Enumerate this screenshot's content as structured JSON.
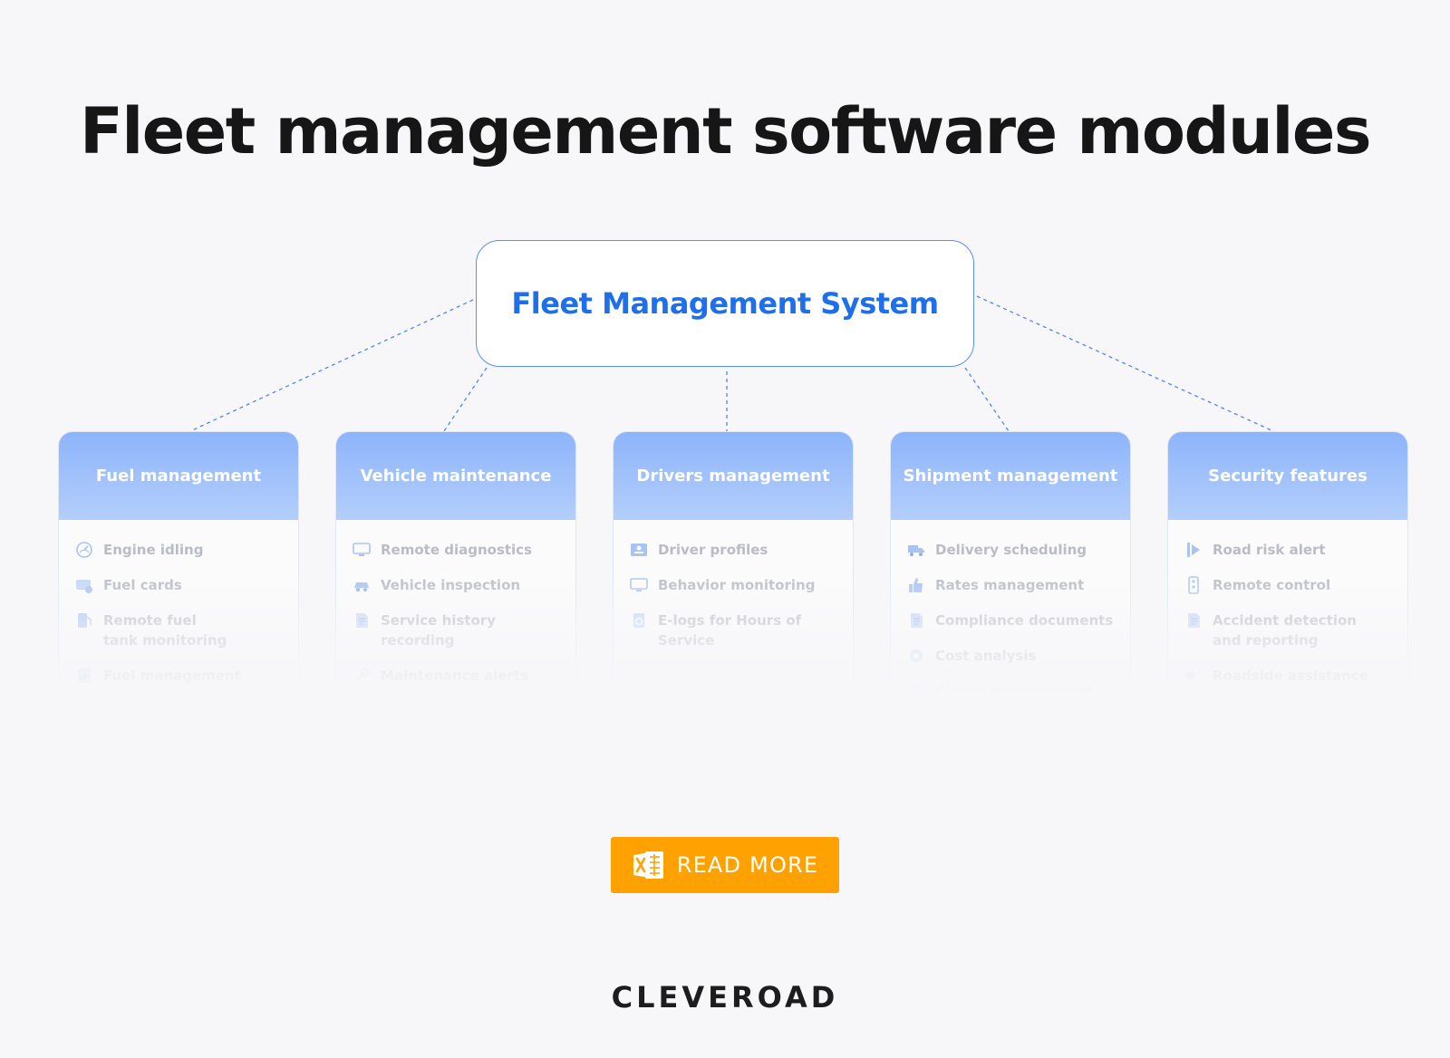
{
  "page": {
    "title": "Fleet management software modules",
    "center_node": "Fleet Management System",
    "cta_label": "READ MORE",
    "brand": "CLEVEROAD"
  },
  "colors": {
    "background": "#f7f7f9",
    "accent": "#1f6fea",
    "connector": "#4f86ec",
    "header_gradient_top": "#8db4fb",
    "header_gradient_bottom": "#b3cefb",
    "cta": "#ffa100"
  },
  "modules": [
    {
      "title": "Fuel management",
      "items": [
        {
          "label": "Engine idling",
          "icon": "speedometer-icon"
        },
        {
          "label": "Fuel cards",
          "icon": "card-icon"
        },
        {
          "label": "Remote fuel\ntank monitoring",
          "icon": "fuel-pump-icon"
        },
        {
          "label": "Fuel management\nreports",
          "icon": "report-icon"
        }
      ]
    },
    {
      "title": "Vehicle maintenance",
      "items": [
        {
          "label": "Remote diagnostics",
          "icon": "monitor-icon"
        },
        {
          "label": "Vehicle inspection",
          "icon": "car-icon"
        },
        {
          "label": "Service history\nrecording",
          "icon": "document-icon"
        },
        {
          "label": "Maintenance alerts",
          "icon": "wrench-icon"
        }
      ]
    },
    {
      "title": "Drivers management",
      "items": [
        {
          "label": "Driver profiles",
          "icon": "id-card-icon"
        },
        {
          "label": "Behavior monitoring",
          "icon": "monitor-icon"
        },
        {
          "label": "E-logs for Hours of\nService",
          "icon": "clock-doc-icon"
        }
      ]
    },
    {
      "title": "Shipment management",
      "items": [
        {
          "label": "Delivery scheduling",
          "icon": "truck-icon"
        },
        {
          "label": "Rates management",
          "icon": "thumbs-up-icon"
        },
        {
          "label": "Compliance documents",
          "icon": "document-icon"
        },
        {
          "label": "Cost analysis",
          "icon": "coin-icon"
        },
        {
          "label": "Claims management",
          "icon": "person-icon"
        }
      ]
    },
    {
      "title": "Security features",
      "items": [
        {
          "label": "Road risk alert",
          "icon": "road-sign-icon"
        },
        {
          "label": "Remote control",
          "icon": "remote-icon"
        },
        {
          "label": "Accident detection\nand reporting",
          "icon": "document-icon"
        },
        {
          "label": "Roadside assistance",
          "icon": "tow-truck-icon"
        }
      ]
    }
  ]
}
